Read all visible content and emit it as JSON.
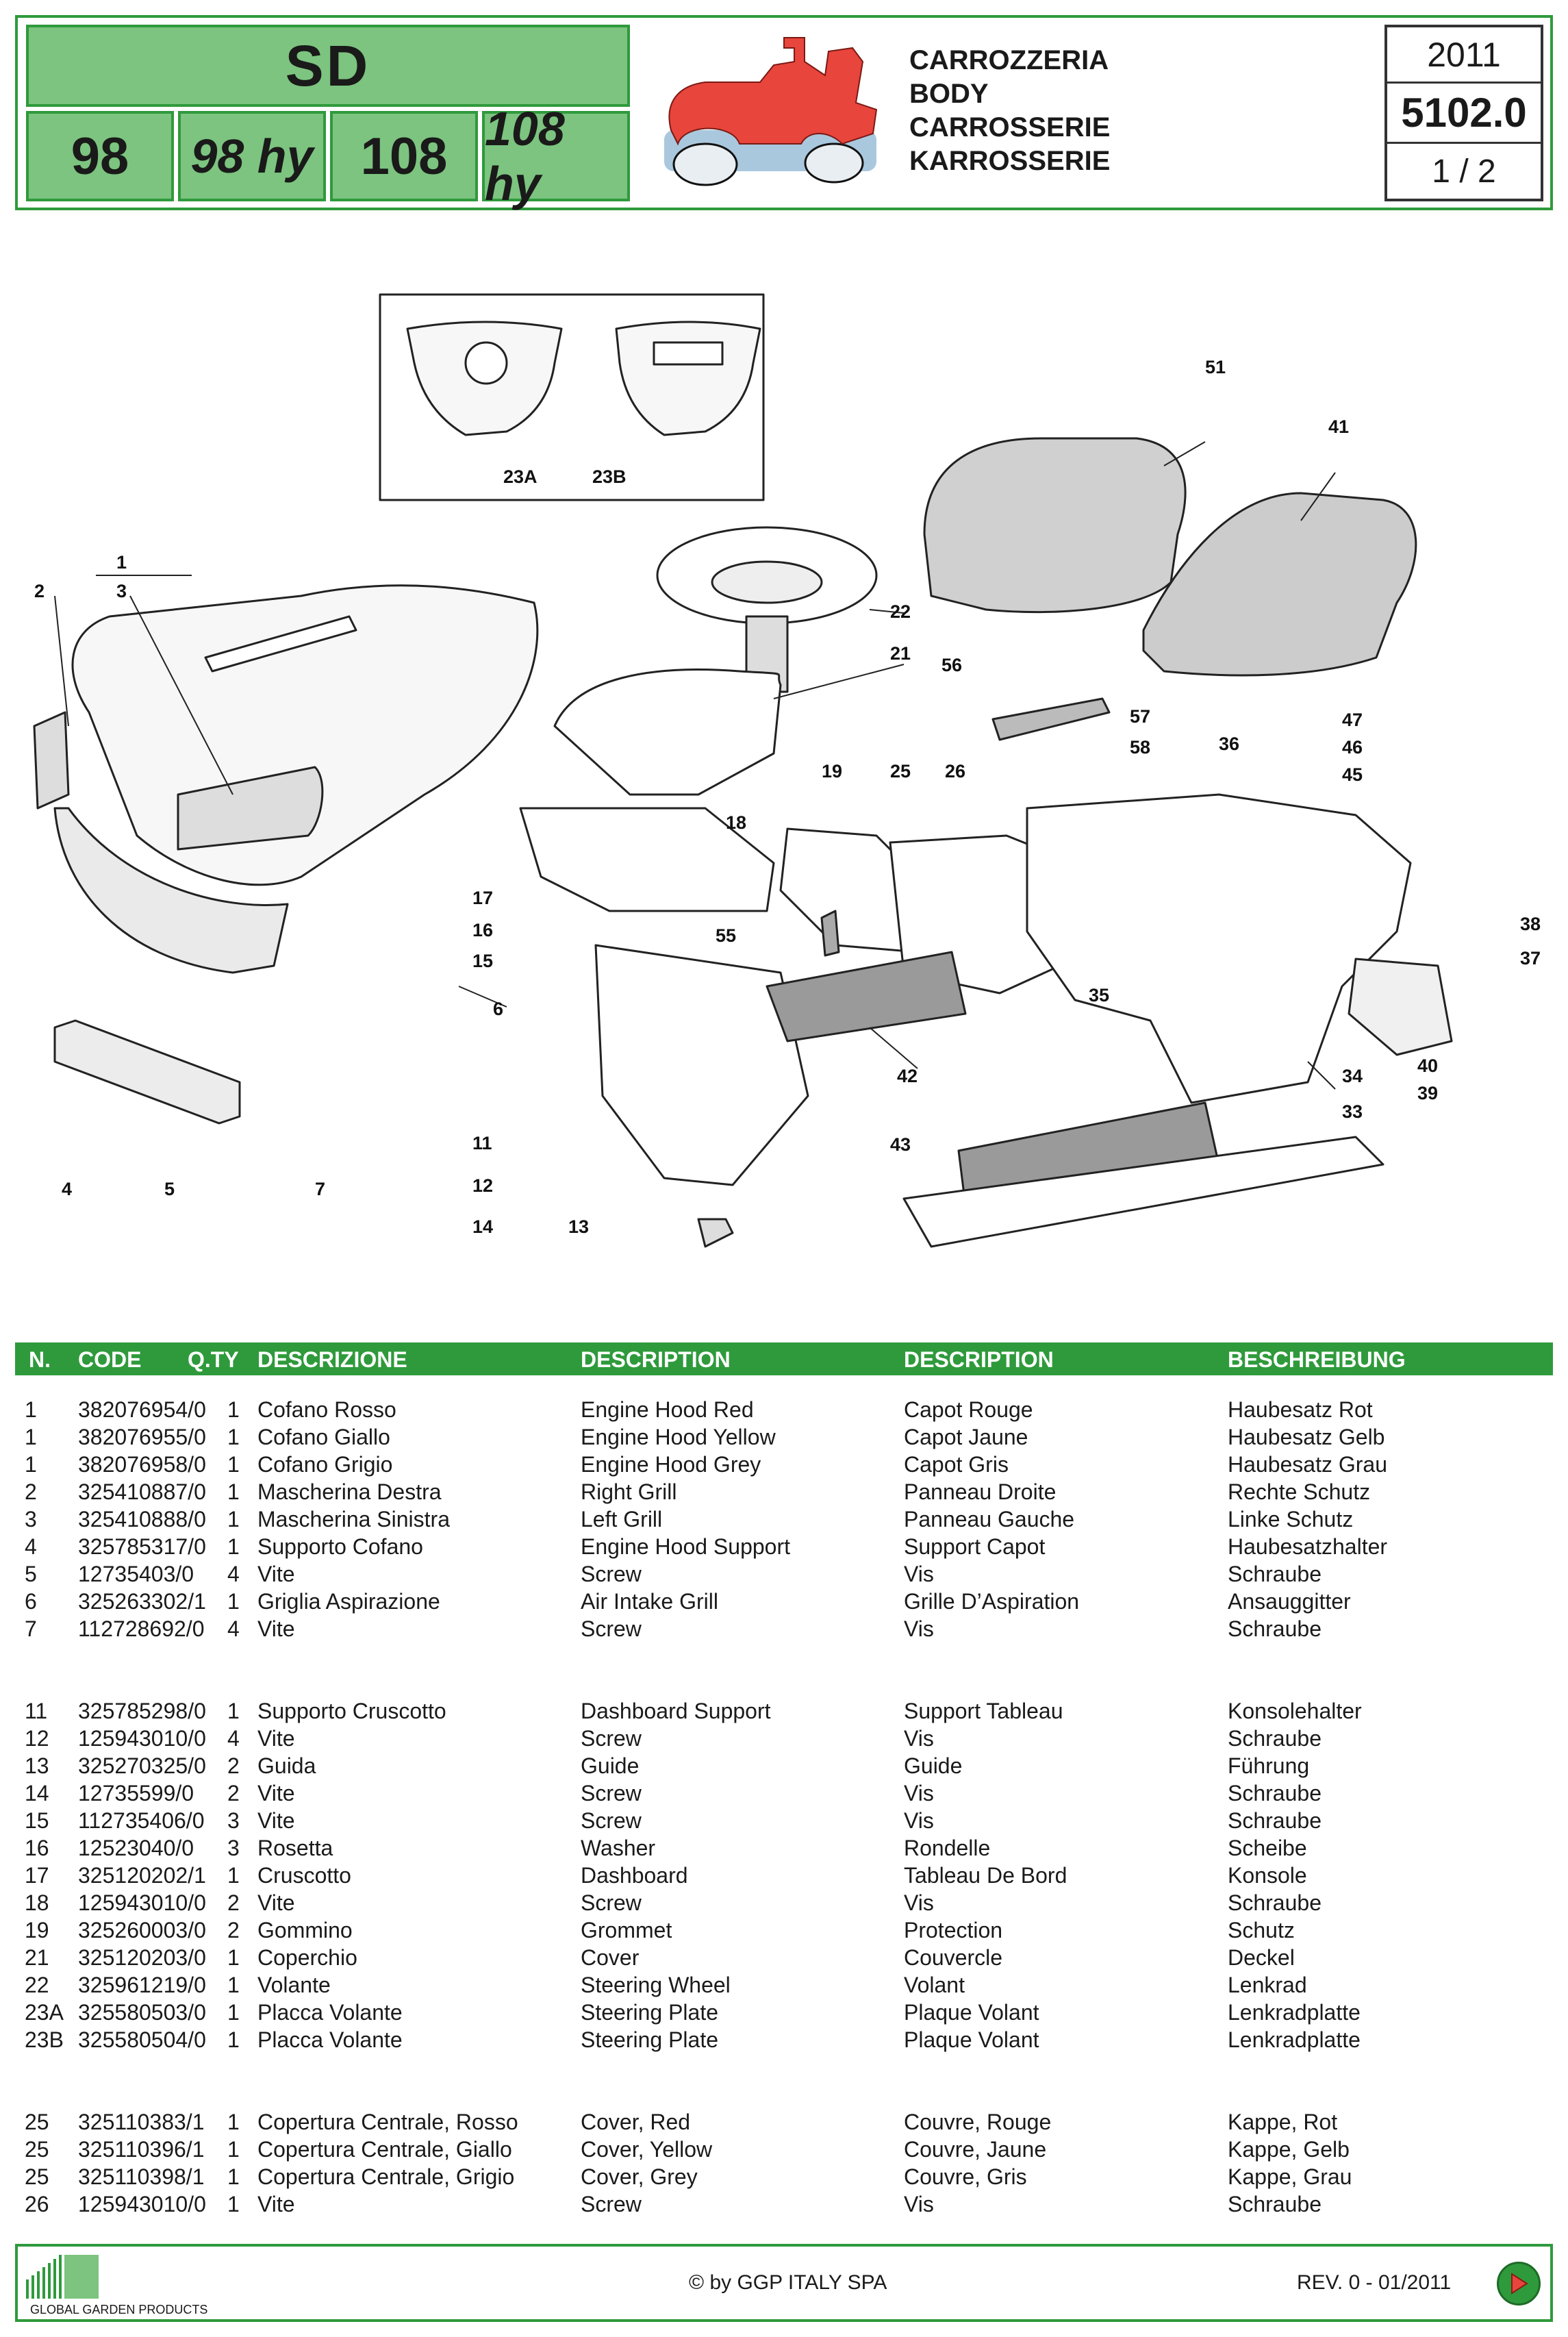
{
  "header": {
    "model_title": "SD",
    "variants": [
      {
        "label": "98",
        "italic": false
      },
      {
        "label": "98 hy",
        "italic": true
      },
      {
        "label": "108",
        "italic": false
      },
      {
        "label": "108 hy",
        "italic": true
      }
    ],
    "section_titles": [
      "CARROZZERIA",
      "BODY",
      "CARROSSERIE",
      "KARROSSERIE"
    ],
    "year": "2011",
    "doc_code": "5102.0",
    "page": "1 / 2",
    "brand_colors": {
      "green": "#2f9a3c",
      "light_green": "#7cc47f",
      "tractor_red": "#e8453c",
      "tractor_blue": "#a9c8de"
    }
  },
  "diagram": {
    "callouts": [
      "1",
      "2",
      "3",
      "4",
      "5",
      "6",
      "7",
      "11",
      "12",
      "13",
      "14",
      "15",
      "16",
      "17",
      "18",
      "19",
      "21",
      "22",
      "23A",
      "23B",
      "25",
      "26",
      "33",
      "34",
      "35",
      "36",
      "37",
      "38",
      "39",
      "40",
      "41",
      "42",
      "43",
      "45",
      "46",
      "47",
      "51",
      "55",
      "56",
      "57",
      "58"
    ]
  },
  "table": {
    "headers": {
      "n": "N.",
      "code": "CODE",
      "qty": "Q.TY",
      "it": "DESCRIZIONE",
      "en": "DESCRIPTION",
      "fr": "DESCRIPTION",
      "de": "BESCHREIBUNG"
    },
    "rows": [
      {
        "n": "1",
        "code": "382076954/0",
        "qty": "1",
        "it": "Cofano Rosso",
        "en": "Engine Hood Red",
        "fr": "Capot Rouge",
        "de": "Haubesatz Rot"
      },
      {
        "n": "1",
        "code": "382076955/0",
        "qty": "1",
        "it": "Cofano Giallo",
        "en": "Engine Hood Yellow",
        "fr": "Capot Jaune",
        "de": "Haubesatz Gelb"
      },
      {
        "n": "1",
        "code": "382076958/0",
        "qty": "1",
        "it": "Cofano Grigio",
        "en": "Engine Hood Grey",
        "fr": "Capot Gris",
        "de": "Haubesatz Grau"
      },
      {
        "n": "2",
        "code": "325410887/0",
        "qty": "1",
        "it": "Mascherina Destra",
        "en": "Right Grill",
        "fr": "Panneau Droite",
        "de": "Rechte Schutz"
      },
      {
        "n": "3",
        "code": "325410888/0",
        "qty": "1",
        "it": "Mascherina Sinistra",
        "en": "Left Grill",
        "fr": "Panneau Gauche",
        "de": "Linke Schutz"
      },
      {
        "n": "4",
        "code": "325785317/0",
        "qty": "1",
        "it": "Supporto Cofano",
        "en": "Engine Hood Support",
        "fr": "Support Capot",
        "de": "Haubesatzhalter"
      },
      {
        "n": "5",
        "code": "12735403/0",
        "qty": "4",
        "it": "Vite",
        "en": "Screw",
        "fr": "Vis",
        "de": "Schraube"
      },
      {
        "n": "6",
        "code": "325263302/1",
        "qty": "1",
        "it": "Griglia Aspirazione",
        "en": "Air Intake Grill",
        "fr": "Grille D’Aspiration",
        "de": "Ansauggitter"
      },
      {
        "n": "7",
        "code": "112728692/0",
        "qty": "4",
        "it": "Vite",
        "en": "Screw",
        "fr": "Vis",
        "de": "Schraube"
      },
      {
        "n": "11",
        "code": "325785298/0",
        "qty": "1",
        "it": "Supporto Cruscotto",
        "en": "Dashboard Support",
        "fr": "Support Tableau",
        "de": "Konsolehalter"
      },
      {
        "n": "12",
        "code": "125943010/0",
        "qty": "4",
        "it": "Vite",
        "en": "Screw",
        "fr": "Vis",
        "de": "Schraube"
      },
      {
        "n": "13",
        "code": "325270325/0",
        "qty": "2",
        "it": "Guida",
        "en": "Guide",
        "fr": "Guide",
        "de": "Führung"
      },
      {
        "n": "14",
        "code": "12735599/0",
        "qty": "2",
        "it": "Vite",
        "en": "Screw",
        "fr": "Vis",
        "de": "Schraube"
      },
      {
        "n": "15",
        "code": "112735406/0",
        "qty": "3",
        "it": "Vite",
        "en": "Screw",
        "fr": "Vis",
        "de": "Schraube"
      },
      {
        "n": "16",
        "code": "12523040/0",
        "qty": "3",
        "it": "Rosetta",
        "en": "Washer",
        "fr": "Rondelle",
        "de": "Scheibe"
      },
      {
        "n": "17",
        "code": "325120202/1",
        "qty": "1",
        "it": "Cruscotto",
        "en": "Dashboard",
        "fr": "Tableau De Bord",
        "de": "Konsole"
      },
      {
        "n": "18",
        "code": "125943010/0",
        "qty": "2",
        "it": "Vite",
        "en": "Screw",
        "fr": "Vis",
        "de": "Schraube"
      },
      {
        "n": "19",
        "code": "325260003/0",
        "qty": "2",
        "it": "Gommino",
        "en": "Grommet",
        "fr": "Protection",
        "de": "Schutz"
      },
      {
        "n": "21",
        "code": "325120203/0",
        "qty": "1",
        "it": "Coperchio",
        "en": "Cover",
        "fr": "Couvercle",
        "de": "Deckel"
      },
      {
        "n": "22",
        "code": "325961219/0",
        "qty": "1",
        "it": "Volante",
        "en": "Steering Wheel",
        "fr": "Volant",
        "de": "Lenkrad"
      },
      {
        "n": "23A",
        "code": "325580503/0",
        "qty": "1",
        "it": "Placca Volante",
        "en": "Steering Plate",
        "fr": "Plaque Volant",
        "de": "Lenkradplatte"
      },
      {
        "n": "23B",
        "code": "325580504/0",
        "qty": "1",
        "it": "Placca Volante",
        "en": "Steering Plate",
        "fr": "Plaque Volant",
        "de": "Lenkradplatte"
      },
      {
        "n": "25",
        "code": "325110383/1",
        "qty": "1",
        "it": "Copertura Centrale, Rosso",
        "en": "Cover, Red",
        "fr": "Couvre, Rouge",
        "de": "Kappe, Rot"
      },
      {
        "n": "25",
        "code": "325110396/1",
        "qty": "1",
        "it": "Copertura Centrale, Giallo",
        "en": "Cover, Yellow",
        "fr": "Couvre, Jaune",
        "de": "Kappe, Gelb"
      },
      {
        "n": "25",
        "code": "325110398/1",
        "qty": "1",
        "it": "Copertura Centrale, Grigio",
        "en": "Cover, Grey",
        "fr": "Couvre, Gris",
        "de": "Kappe, Grau"
      },
      {
        "n": "26",
        "code": "125943010/0",
        "qty": "1",
        "it": "Vite",
        "en": "Screw",
        "fr": "Vis",
        "de": "Schraube"
      }
    ]
  },
  "footer": {
    "logo_text": "GLOBAL GARDEN PRODUCTS",
    "copyright": "© by GGP ITALY SPA",
    "revision": "REV. 0 - 01/2011",
    "next_icon": "play-arrow-icon"
  }
}
